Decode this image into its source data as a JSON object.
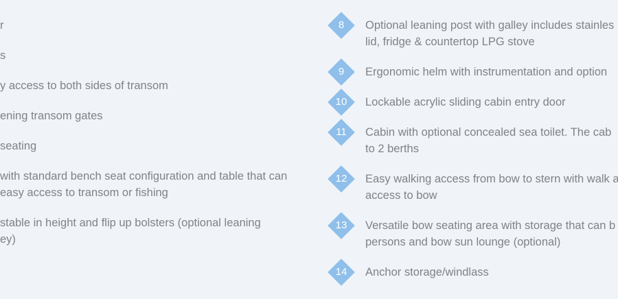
{
  "left_items": [
    {
      "lines": [
        "r"
      ]
    },
    {
      "lines": [
        "s"
      ]
    },
    {
      "lines": [
        "y access to both sides of transom"
      ]
    },
    {
      "lines": [
        "ening transom gates"
      ]
    },
    {
      "lines": [
        "seating"
      ]
    },
    {
      "lines": [
        "with standard bench seat configuration and table that can",
        " easy access to transom or fishing"
      ]
    },
    {
      "lines": [
        "stable in height and flip up bolsters (optional leaning",
        "ey)"
      ]
    }
  ],
  "right_items": [
    {
      "number": "8",
      "lines": [
        "Optional leaning post with galley includes stainles",
        "lid, fridge & countertop LPG stove"
      ]
    },
    {
      "number": "9",
      "lines": [
        "Ergonomic helm with instrumentation and option"
      ]
    },
    {
      "number": "10",
      "lines": [
        "Lockable acrylic sliding cabin entry door"
      ]
    },
    {
      "number": "11",
      "lines": [
        "Cabin with optional concealed sea toilet. The cab",
        "to 2 berths"
      ]
    },
    {
      "number": "12",
      "lines": [
        "Easy walking access from bow to stern with walk a",
        "access to bow"
      ]
    },
    {
      "number": "13",
      "lines": [
        "Versatile bow seating area with storage that can b",
        "persons and bow sun lounge (optional)"
      ]
    },
    {
      "number": "14",
      "lines": [
        "Anchor storage/windlass"
      ]
    }
  ],
  "colors": {
    "background": "#f0f4f8",
    "text": "#7f8287",
    "badge": "#8fbfea",
    "badge_text": "#ffffff"
  }
}
